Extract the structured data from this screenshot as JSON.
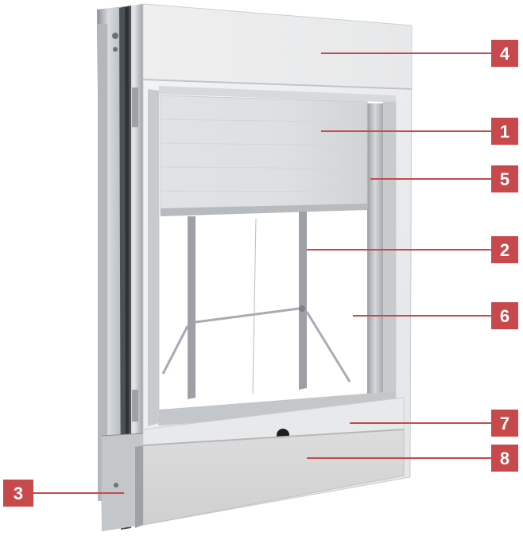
{
  "colors": {
    "callout_bg": "#c8494b",
    "callout_text": "#ffffff",
    "leader_line": "#c8494b"
  },
  "callouts": [
    {
      "id": "4",
      "label": "4"
    },
    {
      "id": "1",
      "label": "1"
    },
    {
      "id": "5",
      "label": "5"
    },
    {
      "id": "2",
      "label": "2"
    },
    {
      "id": "6",
      "label": "6"
    },
    {
      "id": "7",
      "label": "7"
    },
    {
      "id": "8",
      "label": "8"
    },
    {
      "id": "3",
      "label": "3"
    }
  ]
}
